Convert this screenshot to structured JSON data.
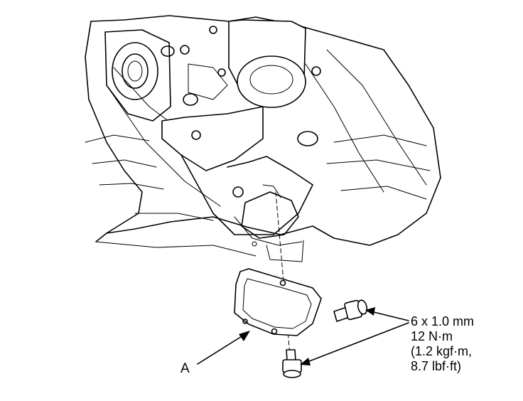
{
  "callouts": {
    "part_label": "A",
    "bolt_size": "6 x 1.0 mm",
    "torque_nm": "12 N·m",
    "torque_kgf": "(1.2 kgf·m,",
    "torque_lbf": "8.7 lbf·ft)"
  }
}
